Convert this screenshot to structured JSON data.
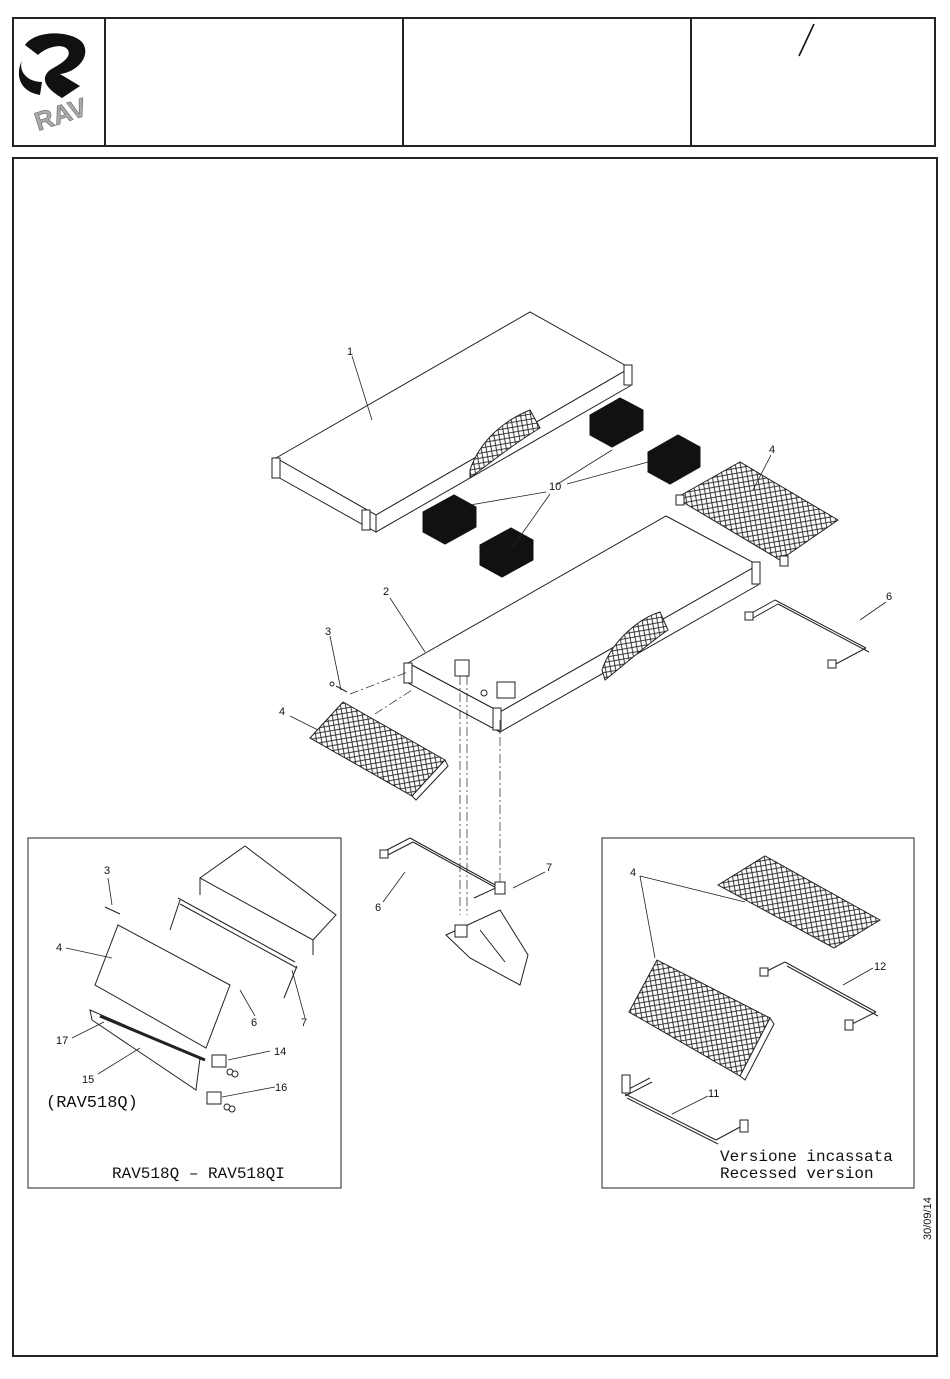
{
  "logo": {
    "text": "RAV"
  },
  "header": {
    "revision_mark": "/"
  },
  "date": "30/09/14",
  "callouts": {
    "main": [
      "1",
      "10",
      "4",
      "2",
      "6",
      "3",
      "4",
      "7",
      "6"
    ],
    "inset_left": [
      "3",
      "4",
      "6",
      "7",
      "17",
      "14",
      "15",
      "16"
    ],
    "inset_right": [
      "4",
      "12",
      "11"
    ]
  },
  "inset_left": {
    "caption": "(RAV518Q)",
    "footer": "RAV518Q – RAV518QI"
  },
  "inset_right": {
    "caption_it": "Versione incassata",
    "caption_en": "Recessed version"
  }
}
